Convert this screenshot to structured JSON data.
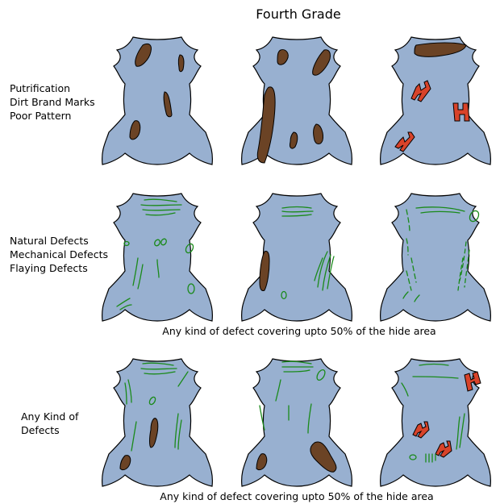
{
  "title": "Fourth Grade",
  "rows": [
    {
      "label_lines": [
        "Putrification",
        "Dirt Brand Marks",
        "Poor Pattern"
      ],
      "caption": ""
    },
    {
      "label_lines": [
        "Natural Defects",
        "Mechanical Defects",
        "Flaying Defects"
      ],
      "caption": "Any kind of defect covering upto 50% of the hide area"
    },
    {
      "label_lines": [
        "Any Kind of",
        "Defects"
      ],
      "caption": "Any kind of defect covering upto 50% of the hide area"
    }
  ],
  "colors": {
    "hide": "#98b0d0",
    "putrification_patch": "#6b4325",
    "brand_mark": "#d8432a",
    "scratch": "#1a8a1a"
  }
}
